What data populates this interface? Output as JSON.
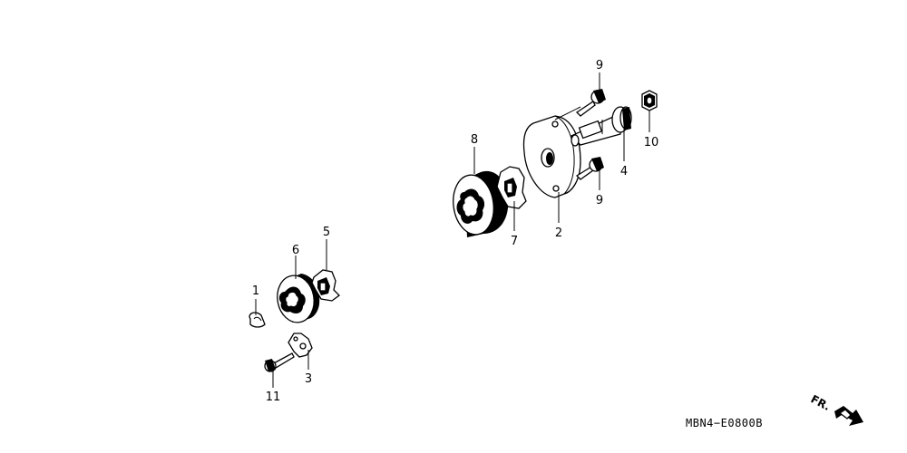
{
  "diagram": {
    "callouts": [
      {
        "id": "c1",
        "label": "1"
      },
      {
        "id": "c2",
        "label": "2"
      },
      {
        "id": "c3",
        "label": "3"
      },
      {
        "id": "c4",
        "label": "4"
      },
      {
        "id": "c5",
        "label": "5"
      },
      {
        "id": "c6",
        "label": "6"
      },
      {
        "id": "c7",
        "label": "7"
      },
      {
        "id": "c8",
        "label": "8"
      },
      {
        "id": "c9a",
        "label": "9"
      },
      {
        "id": "c9b",
        "label": "9"
      },
      {
        "id": "c10",
        "label": "10"
      },
      {
        "id": "c11",
        "label": "11"
      }
    ],
    "direction_label": "FR.",
    "code": "MBN4−E0800B"
  }
}
